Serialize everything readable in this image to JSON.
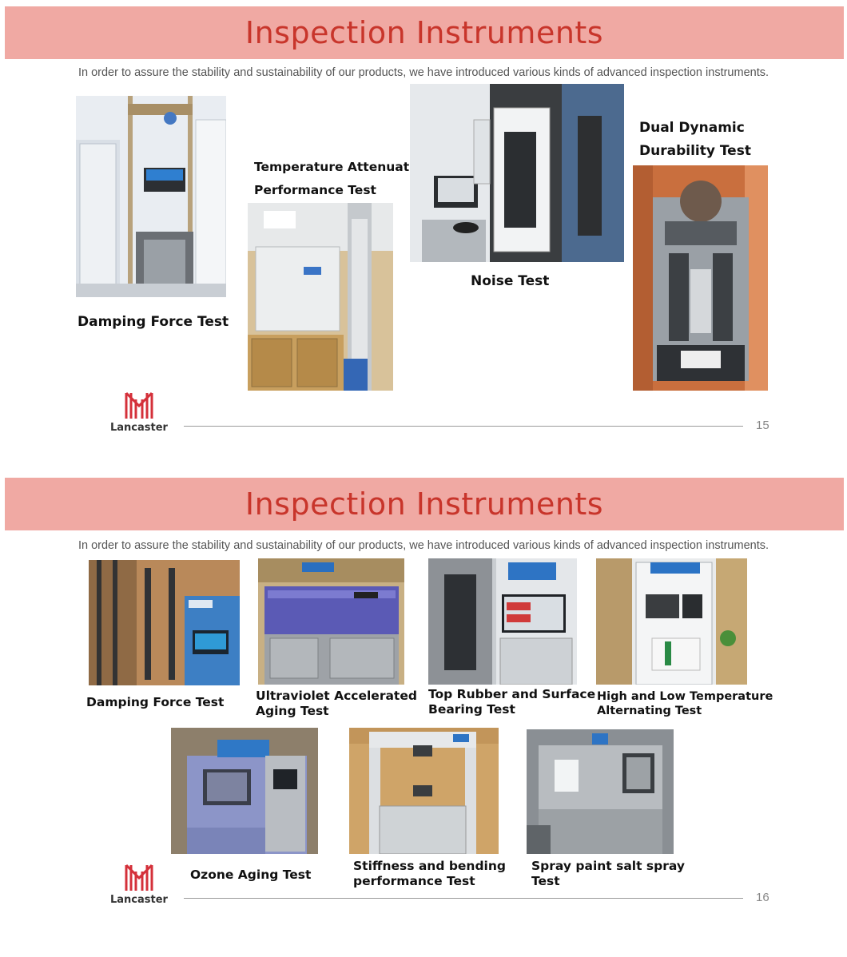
{
  "colors": {
    "banner": "#f0a9a3",
    "title": "#c8352b",
    "logo": "#d4303a"
  },
  "page15": {
    "title": "Inspection Instruments",
    "subtitle": "In order to assure the stability and sustainability of our products, we have introduced various kinds of advanced inspection instruments.",
    "captions": {
      "damping": "Damping Force Test",
      "temp_line1": "Temperature Attenuation",
      "temp_line2": "Performance Test",
      "noise": "Noise Test",
      "dual_line1": "Dual Dynamic",
      "dual_line2": "Durability Test"
    },
    "logo": "Lancaster",
    "page_number": "15"
  },
  "page16": {
    "title": "Inspection Instruments",
    "subtitle": "In order to assure the stability and sustainability of our products, we have introduced various kinds of advanced inspection instruments.",
    "captions": {
      "damping": "Damping Force Test",
      "uv_line1": "Ultraviolet Accelerated",
      "uv_line2": "Aging Test",
      "rubber_line1": "Top Rubber and Surface",
      "rubber_line2": "Bearing Test",
      "highlow_line1": "High and Low Temperature",
      "highlow_line2": "Alternating Test",
      "ozone": "Ozone Aging Test",
      "stiff_line1": "Stiffness and bending",
      "stiff_line2": "performance Test",
      "spray_line1": "Spray paint salt spray",
      "spray_line2": "Test"
    },
    "logo": "Lancaster",
    "page_number": "16"
  }
}
